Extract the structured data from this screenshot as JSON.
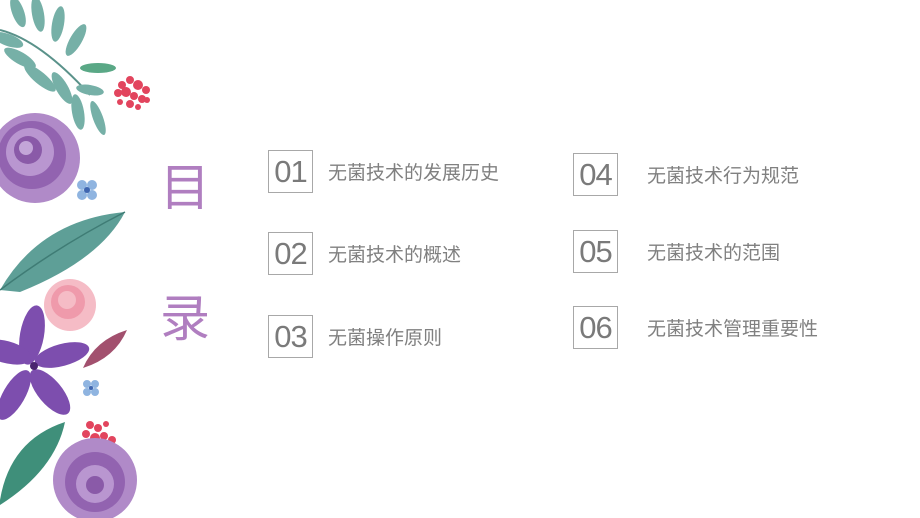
{
  "slide": {
    "title_chars": [
      "目",
      "录"
    ],
    "title_color": "#b07ec0",
    "items": [
      {
        "number": "01",
        "label": "无菌技术的发展历史"
      },
      {
        "number": "02",
        "label": "无菌技术的概述"
      },
      {
        "number": "03",
        "label": "无菌操作原则"
      },
      {
        "number": "04",
        "label": "无菌技术行为规范"
      },
      {
        "number": "05",
        "label": "无菌技术的范围"
      },
      {
        "number": "06",
        "label": "无菌技术管理重要性"
      }
    ],
    "decoration": {
      "icons": [
        "fern-leaf-icon",
        "red-berries-icon",
        "purple-peony-icon",
        "blue-blossom-icon",
        "teal-banana-leaf-icon",
        "pink-rose-icon",
        "purple-star-flower-icon",
        "mauve-leaf-icon",
        "green-leaf-icon"
      ],
      "colors": {
        "leaf": "#4f9a8f",
        "peony": "#9b6ab8",
        "berry": "#e0485f",
        "rose": "#f2a9b5",
        "blossom": "#7fa7d8"
      }
    }
  }
}
